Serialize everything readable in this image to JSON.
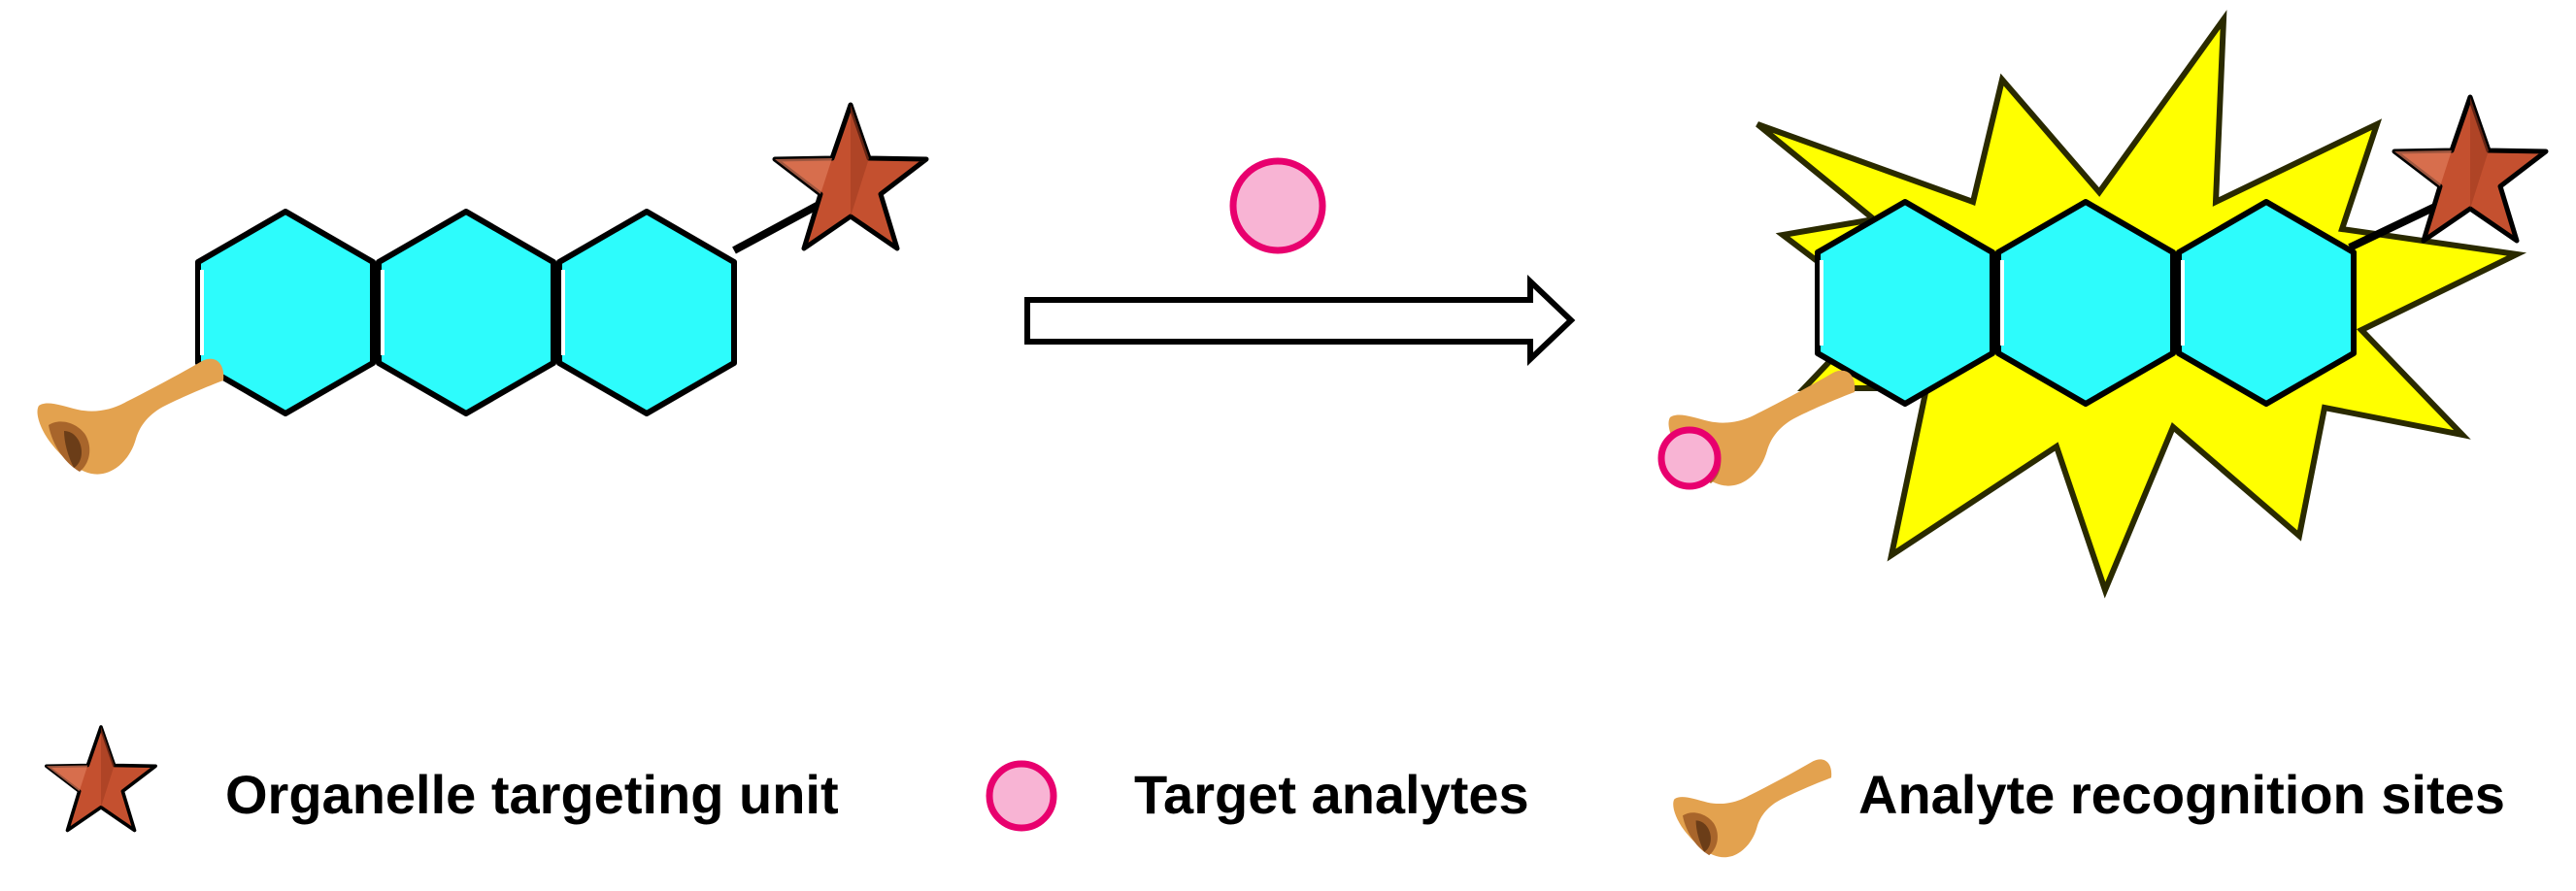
{
  "legend": {
    "targeting_unit": {
      "label": "Organelle targeting unit",
      "icon": "star-icon",
      "color": "#c4502f"
    },
    "target_analytes": {
      "label": "Target analytes",
      "icon": "circle-icon",
      "color": "#f8b4d4"
    },
    "recognition_sites": {
      "label": "Analyte recognition sites",
      "icon": "horn-icon",
      "color": "#e3a24f"
    }
  },
  "colors": {
    "hexagon_fill": "#2dfcfc",
    "burst_fill": "#ffff00",
    "analyte_stroke": "#e8006e",
    "outline": "#000000"
  }
}
